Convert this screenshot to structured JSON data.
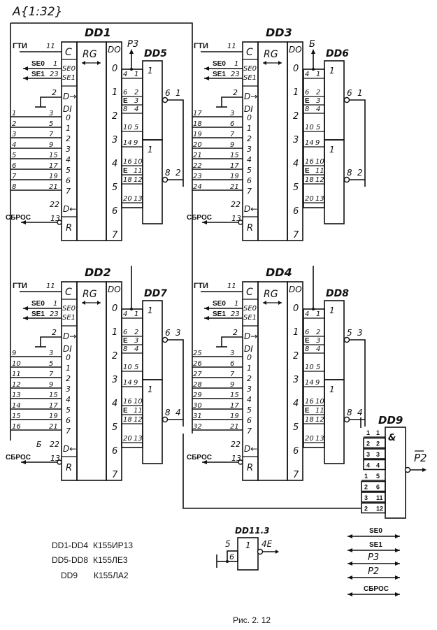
{
  "header": {
    "address_label": "A{1:32}"
  },
  "signals": {
    "gti": "ГТИ",
    "se0": "SE0",
    "se1": "SE1",
    "reset": "СБРОС",
    "p3": "P3",
    "p2": "P2",
    "b": "Б"
  },
  "registers": [
    {
      "name": "DD1",
      "c_pin": "11",
      "se0_pin": "1",
      "se1_pin": "23",
      "dsr_pin": "2",
      "di_gnd_pin": "3",
      "dsl_pin": "22",
      "r_pin": "13",
      "inputs": [
        {
          "bus": "1",
          "pin": "3"
        },
        {
          "bus": "2",
          "pin": "5"
        },
        {
          "bus": "3",
          "pin": "7"
        },
        {
          "bus": "4",
          "pin": "9"
        },
        {
          "bus": "5",
          "pin": "15"
        },
        {
          "bus": "6",
          "pin": "17"
        },
        {
          "bus": "7",
          "pin": "19"
        },
        {
          "bus": "8",
          "pin": "21"
        }
      ]
    },
    {
      "name": "DD2",
      "c_pin": "11",
      "se0_pin": "1",
      "se1_pin": "23",
      "dsr_pin": "2",
      "di_gnd_pin": "3",
      "dsl_pin": "22",
      "dsl_label": "Б",
      "r_pin": "13",
      "inputs": [
        {
          "bus": "9",
          "pin": "3"
        },
        {
          "bus": "10",
          "pin": "5"
        },
        {
          "bus": "11",
          "pin": "7"
        },
        {
          "bus": "12",
          "pin": "9"
        },
        {
          "bus": "13",
          "pin": "15"
        },
        {
          "bus": "14",
          "pin": "17"
        },
        {
          "bus": "15",
          "pin": "19"
        },
        {
          "bus": "16",
          "pin": "21"
        }
      ]
    },
    {
      "name": "DD3",
      "c_pin": "11",
      "se0_pin": "1",
      "se1_pin": "23",
      "dsr_pin": "2",
      "di_gnd_pin": "3",
      "dsl_pin": "22",
      "r_pin": "13",
      "inputs": [
        {
          "bus": "17",
          "pin": "3"
        },
        {
          "bus": "18",
          "pin": "6"
        },
        {
          "bus": "19",
          "pin": "7"
        },
        {
          "bus": "20",
          "pin": "9"
        },
        {
          "bus": "21",
          "pin": "15"
        },
        {
          "bus": "22",
          "pin": "17"
        },
        {
          "bus": "23",
          "pin": "19"
        },
        {
          "bus": "24",
          "pin": "21"
        }
      ]
    },
    {
      "name": "DD4",
      "c_pin": "11",
      "se0_pin": "1",
      "se1_pin": "23",
      "dsr_pin": "2",
      "di_gnd_pin": "3",
      "dsl_pin": "22",
      "r_pin": "13",
      "inputs": [
        {
          "bus": "25",
          "pin": "3"
        },
        {
          "bus": "26",
          "pin": "6"
        },
        {
          "bus": "27",
          "pin": "7"
        },
        {
          "bus": "28",
          "pin": "9"
        },
        {
          "bus": "29",
          "pin": "15"
        },
        {
          "bus": "30",
          "pin": "17"
        },
        {
          "bus": "31",
          "pin": "19"
        },
        {
          "bus": "32",
          "pin": "21"
        }
      ]
    }
  ],
  "register_labels": {
    "c": "C",
    "se0": "SE0",
    "se1": "SE1",
    "dsr": "D→",
    "di": "DI",
    "dsl": "D←",
    "r": "R",
    "rg": "RG",
    "do": "DO",
    "bits": [
      "0",
      "1",
      "2",
      "3",
      "4",
      "5",
      "6",
      "7"
    ]
  },
  "output_pins": [
    "4",
    "6",
    "8",
    "10",
    "14",
    "16",
    "18",
    "20"
  ],
  "nor_gates": [
    {
      "name": "DD5",
      "top_label": "P3",
      "out1": "6",
      "out1_net": "1",
      "out2": "8",
      "out2_net": "2"
    },
    {
      "name": "DD6",
      "top_label": "Б",
      "out1": "6",
      "out1_net": "1",
      "out2": "8",
      "out2_net": "2"
    },
    {
      "name": "DD7",
      "top_label": "",
      "out1": "6",
      "out1_net": "3",
      "out2": "8",
      "out2_net": "4"
    },
    {
      "name": "DD8",
      "top_label": "",
      "out1": "5",
      "out1_net": "3",
      "out2": "8",
      "out2_net": "4"
    }
  ],
  "nor_labels": {
    "symbol": "1",
    "pins_a": [
      {
        "l": "4",
        "r": "1"
      },
      {
        "l": "6",
        "r": "2"
      },
      {
        "l": "E",
        "r": "3"
      },
      {
        "l": "8",
        "r": "4"
      },
      {
        "l": "10",
        "r": "5"
      }
    ],
    "pins_b": [
      {
        "l": "14",
        "r": "9"
      },
      {
        "l": "16",
        "r": "10"
      },
      {
        "l": "E",
        "r": "11"
      },
      {
        "l": "18",
        "r": "12"
      },
      {
        "l": "20",
        "r": "13"
      }
    ]
  },
  "nand_gate": {
    "name": "DD9",
    "symbol": "&",
    "output": "P2",
    "inputs": [
      {
        "net": "1",
        "pin": "1"
      },
      {
        "net": "2",
        "pin": "2"
      },
      {
        "net": "3",
        "pin": "3"
      },
      {
        "net": "4",
        "pin": "4"
      },
      {
        "net": "1",
        "pin": "5"
      },
      {
        "net": "2",
        "pin": "6"
      },
      {
        "net": "3",
        "pin": "11"
      },
      {
        "net": "2",
        "pin": "12"
      }
    ]
  },
  "aux_gate": {
    "name": "DD11.3",
    "symbol": "1",
    "in_net": "5",
    "in_pin": "6",
    "out_label": "4E"
  },
  "legend": [
    {
      "parts": "DD1-DD4",
      "type": "К155ИР13"
    },
    {
      "parts": "DD5-DD8",
      "type": "К155ЛЕ3"
    },
    {
      "parts": "DD9",
      "type": "К155ЛА2"
    }
  ],
  "bus_legend": [
    "SE0",
    "SE1",
    "P3",
    "P2",
    "СБРОС"
  ],
  "caption": "Рис.  2. 12"
}
